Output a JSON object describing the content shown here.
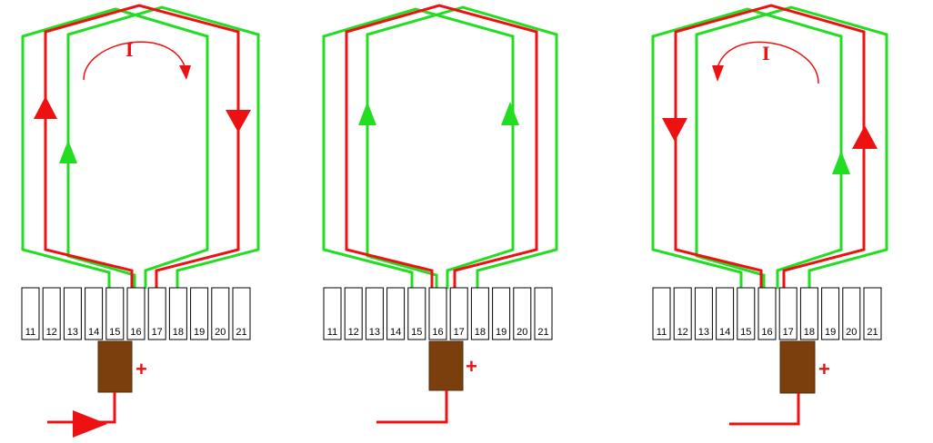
{
  "colors": {
    "red": "#ee1111",
    "green": "#22dd22",
    "brush": "#7a3f0c",
    "segment_stroke": "#000000",
    "background": "#ffffff"
  },
  "segment_numbers": [
    "11",
    "12",
    "13",
    "14",
    "15",
    "16",
    "17",
    "18",
    "19",
    "20",
    "21"
  ],
  "plus_sign": "+",
  "current_label": "I",
  "panels": [
    {
      "id": "left",
      "current_direction": "clockwise",
      "show_current_label": true,
      "input_arrow": true
    },
    {
      "id": "middle",
      "current_direction": "none",
      "show_current_label": false,
      "input_arrow": false
    },
    {
      "id": "right",
      "current_direction": "counterclockwise",
      "show_current_label": true,
      "input_arrow": false
    }
  ]
}
